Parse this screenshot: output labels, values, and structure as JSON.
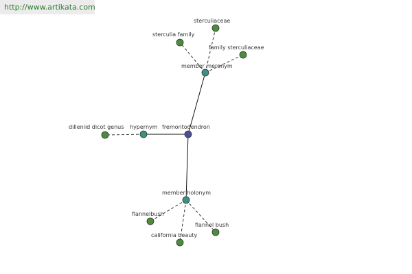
{
  "watermark": "http://www.artikata.com",
  "colors": {
    "focus": "#4a4f96",
    "relation": "#3f8f86",
    "leaf": "#4f8a3e"
  },
  "graph": {
    "nodes": [
      {
        "id": "fremontodendron",
        "label": "fremontodendron",
        "kind": "focus"
      },
      {
        "id": "hypernym",
        "label": "hypernym",
        "kind": "relation"
      },
      {
        "id": "member-meronym",
        "label": "member meronym",
        "kind": "relation"
      },
      {
        "id": "member-holonym",
        "label": "member holonym",
        "kind": "relation"
      },
      {
        "id": "dilleniid-dicot-genus",
        "label": "dilleniid dicot genus",
        "kind": "leaf"
      },
      {
        "id": "sterculiaceae",
        "label": "sterculiaceae",
        "kind": "leaf"
      },
      {
        "id": "sterculia-family",
        "label": "sterculia family",
        "kind": "leaf"
      },
      {
        "id": "family-sterculiaceae",
        "label": "family sterculiaceae",
        "kind": "leaf"
      },
      {
        "id": "flannelbush",
        "label": "flannelbush",
        "kind": "leaf"
      },
      {
        "id": "california-beauty",
        "label": "california beauty",
        "kind": "leaf"
      },
      {
        "id": "flannel-bush",
        "label": "flannel bush",
        "kind": "leaf"
      }
    ],
    "edges": [
      {
        "from": "fremontodendron",
        "to": "hypernym",
        "style": "solid"
      },
      {
        "from": "fremontodendron",
        "to": "member-meronym",
        "style": "solid"
      },
      {
        "from": "fremontodendron",
        "to": "member-holonym",
        "style": "solid"
      },
      {
        "from": "hypernym",
        "to": "dilleniid-dicot-genus",
        "style": "dashed"
      },
      {
        "from": "member-meronym",
        "to": "sterculiaceae",
        "style": "dashed"
      },
      {
        "from": "member-meronym",
        "to": "sterculia-family",
        "style": "dashed"
      },
      {
        "from": "member-meronym",
        "to": "family-sterculiaceae",
        "style": "dashed"
      },
      {
        "from": "member-holonym",
        "to": "flannelbush",
        "style": "dashed"
      },
      {
        "from": "member-holonym",
        "to": "california-beauty",
        "style": "dashed"
      },
      {
        "from": "member-holonym",
        "to": "flannel-bush",
        "style": "dashed"
      }
    ]
  }
}
